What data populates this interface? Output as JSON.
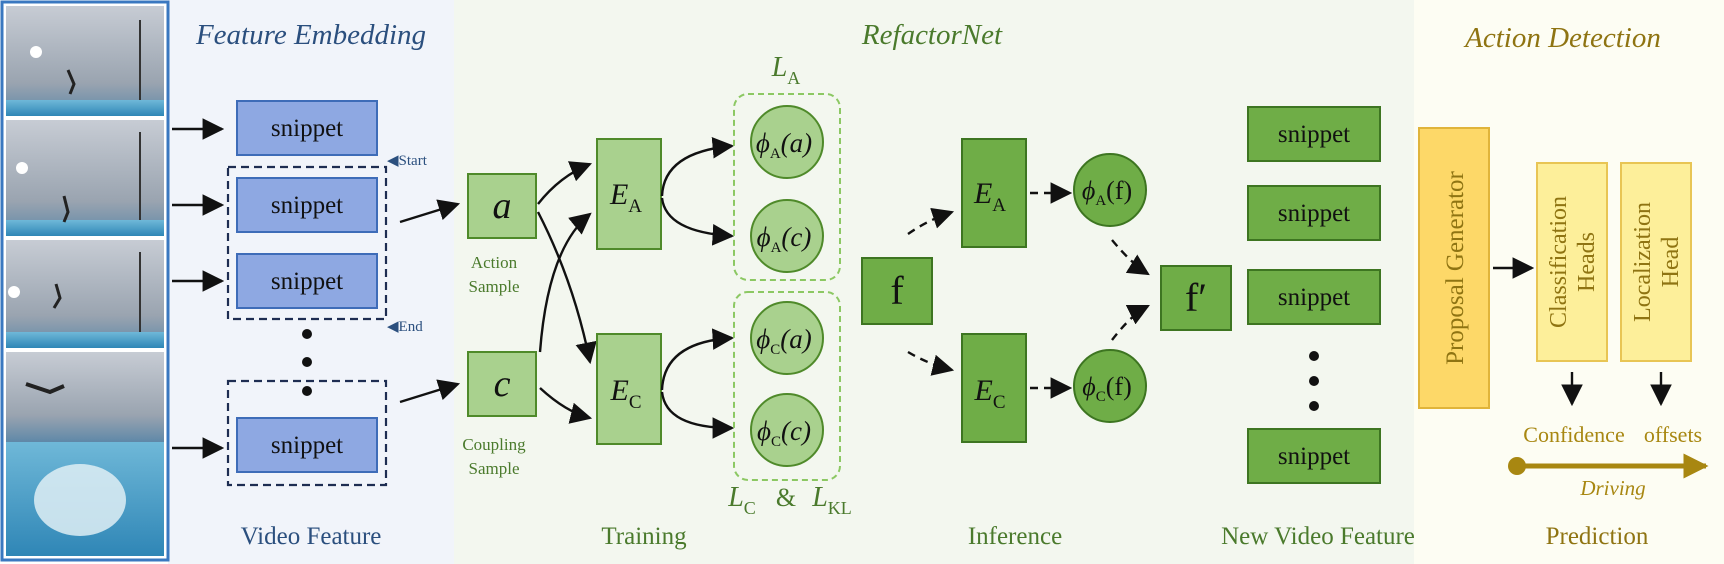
{
  "sections": {
    "feature_embedding": {
      "title": "Feature Embedding",
      "footer": "Video Feature"
    },
    "refactornet": {
      "title": "RefactorNet",
      "training_footer": "Training",
      "inference_footer": "Inference",
      "new_feature_footer": "New Video Feature"
    },
    "action_detection": {
      "title": "Action Detection",
      "footer": "Prediction"
    }
  },
  "feature_embedding": {
    "snippet_label": "snippet",
    "start_marker": "◀Start",
    "end_marker": "◀End"
  },
  "training": {
    "action_node": "a",
    "action_caption_1": "Action",
    "action_caption_2": "Sample",
    "coupling_node": "c",
    "coupling_caption_1": "Coupling",
    "coupling_caption_2": "Sample",
    "encoder_a_main": "E",
    "encoder_a_sub": "A",
    "encoder_c_main": "E",
    "encoder_c_sub": "C",
    "phi_a_a": {
      "main": "ϕ",
      "sub": "A",
      "arg": "(a)"
    },
    "phi_a_c": {
      "main": "ϕ",
      "sub": "A",
      "arg": "(c)"
    },
    "phi_c_a": {
      "main": "ϕ",
      "sub": "C",
      "arg": "(a)"
    },
    "phi_c_c": {
      "main": "ϕ",
      "sub": "C",
      "arg": "(c)"
    },
    "loss_a": {
      "main": "L",
      "sub": "A"
    },
    "loss_c": {
      "main": "L",
      "sub": "C"
    },
    "loss_amp": "&",
    "loss_kl": {
      "main": "L",
      "sub": "KL"
    }
  },
  "inference": {
    "input_node": "f",
    "encoder_a": {
      "main": "E",
      "sub": "A"
    },
    "encoder_c": {
      "main": "E",
      "sub": "C"
    },
    "phi_a_f": {
      "main": "ϕ",
      "sub": "A",
      "arg": "(f)"
    },
    "phi_c_f": {
      "main": "ϕ",
      "sub": "C",
      "arg": "(f)"
    },
    "output_node": "f′"
  },
  "new_feature": {
    "snippet_label": "snippet"
  },
  "detection": {
    "proposal_generator": "Proposal Generator",
    "classification_1": "Classification",
    "classification_2": "Heads",
    "localization_1": "Localization",
    "localization_2": "Head",
    "confidence": "Confidence",
    "offsets": "offsets",
    "driving": "Driving"
  },
  "colors": {
    "blue_panel": "#f1f4fa",
    "green_panel": "#f3f7ef",
    "yellow_panel": "#fdfdf3",
    "blue_text": "#2b4f7e",
    "green_text": "#4a7a2c",
    "gold_text": "#8f7412",
    "snippet_fill": "#8ea8e2",
    "light_green": "#a9d18e",
    "dark_green": "#6fad47",
    "yellow_box": "#fdef9a"
  }
}
